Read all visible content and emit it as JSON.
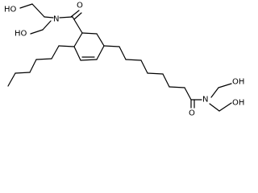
{
  "structure": {
    "atoms": {
      "ho_top_left": "HO",
      "n_upper": "N",
      "o_carbonyl_upper": "O",
      "ho_mid_left": "HO",
      "o_carbonyl_lower": "O",
      "n_lower": "N",
      "oh_right_upper": "OH",
      "oh_right_lower": "OH"
    }
  }
}
